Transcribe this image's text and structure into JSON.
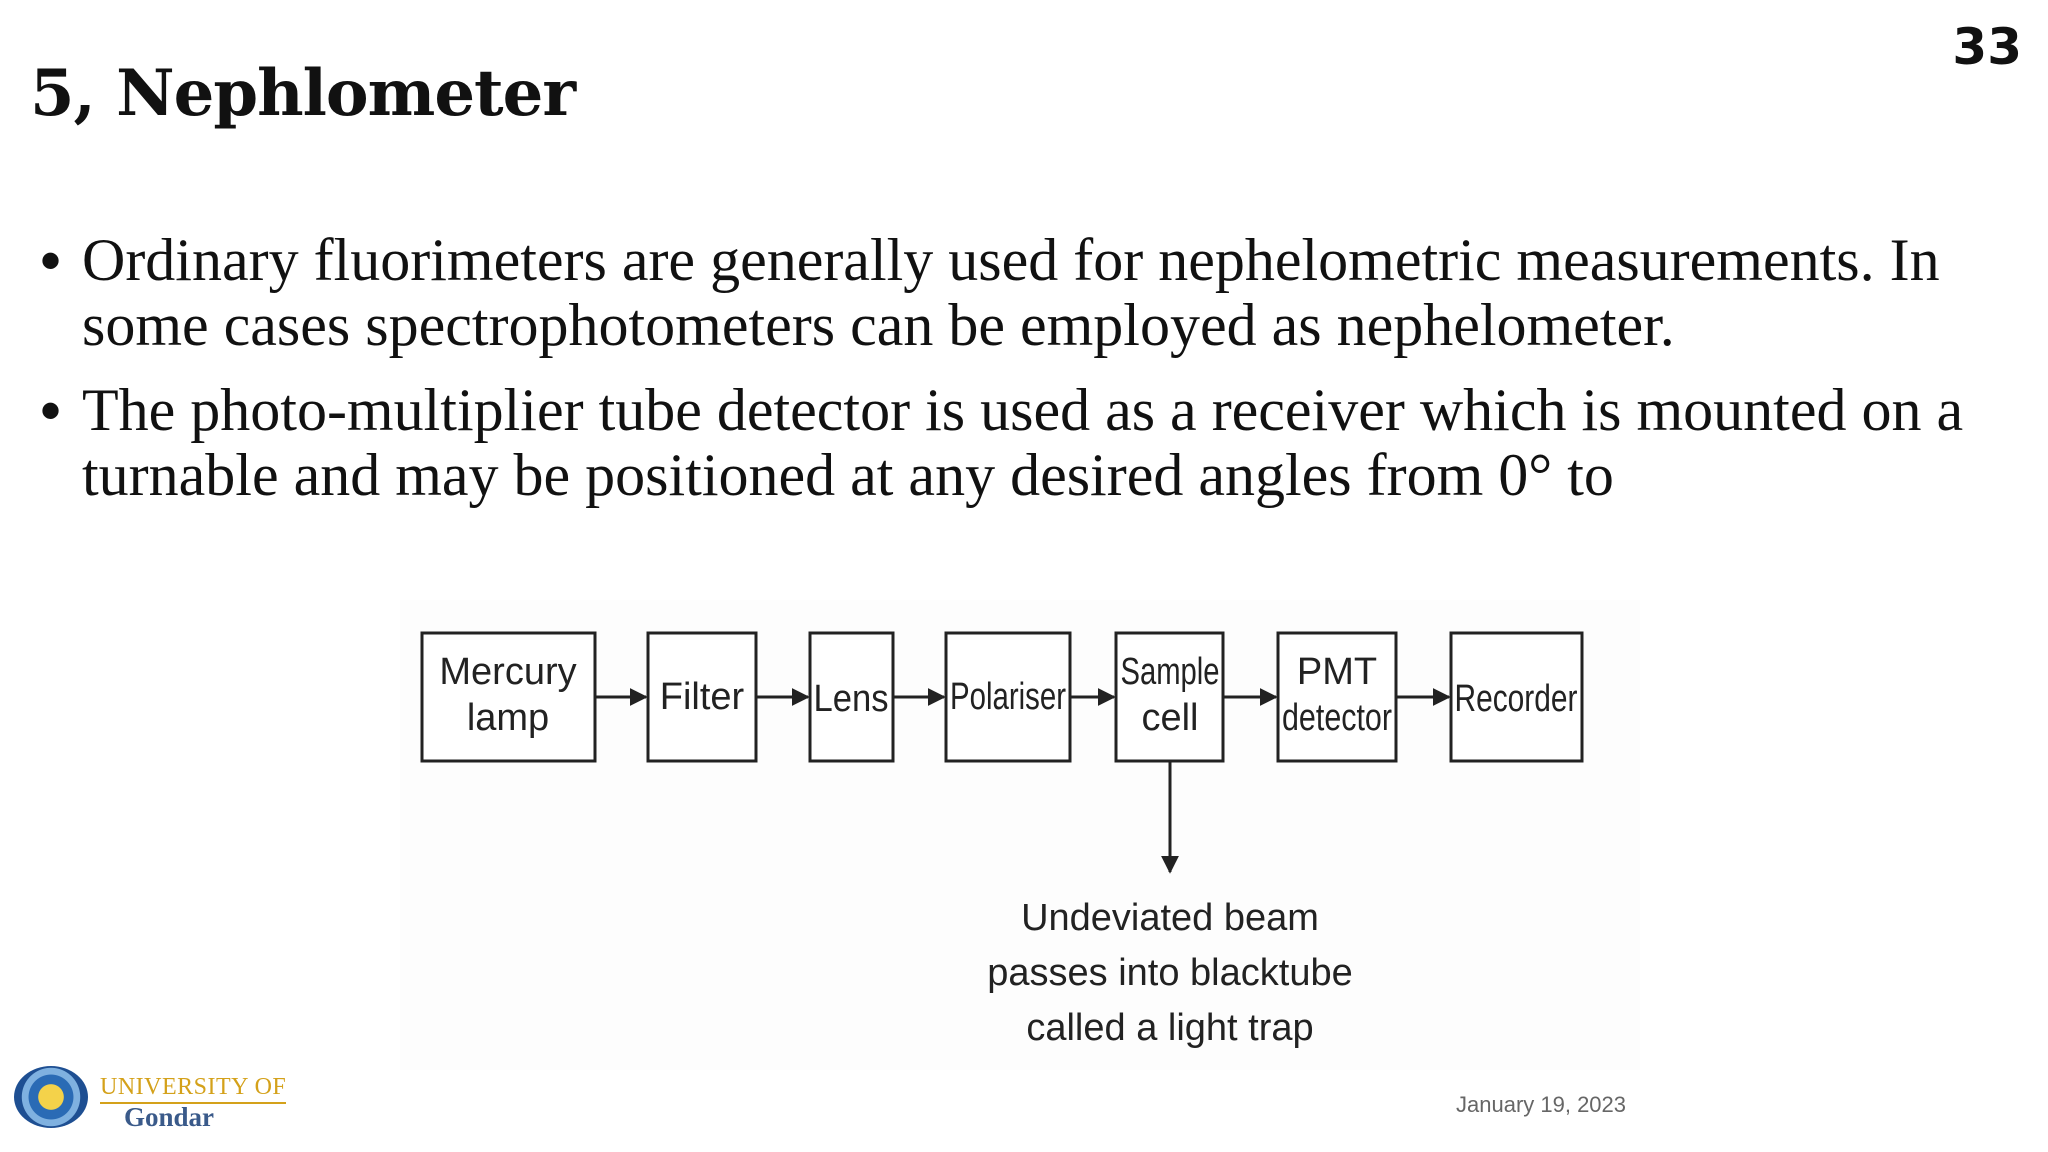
{
  "slide": {
    "page_number": "33",
    "title": "5, Nephlometer",
    "bullets": [
      "Ordinary fluorimeters are generally used for nephelometric measurements. In some cases spectrophotometers can be employed as nephelometer.",
      "The photo-multiplier tube detector is used as a receiver which is mounted on a turnable and may be positioned at any desired angles from 0° to"
    ],
    "bullet_symbol": "•",
    "date": "January 19, 2023"
  },
  "diagram": {
    "boxes": [
      {
        "id": "mercury-lamp",
        "lines": [
          "Mercury",
          "lamp"
        ]
      },
      {
        "id": "filter",
        "lines": [
          "Filter"
        ]
      },
      {
        "id": "lens",
        "lines": [
          "Lens"
        ]
      },
      {
        "id": "polariser",
        "lines": [
          "Polariser"
        ]
      },
      {
        "id": "sample-cell",
        "lines": [
          "Sample",
          "cell"
        ]
      },
      {
        "id": "pmt-detector",
        "lines": [
          "PMT",
          "detector"
        ]
      },
      {
        "id": "recorder",
        "lines": [
          "Recorder"
        ]
      }
    ],
    "note_lines": [
      "Undeviated beam",
      "passes into blacktube",
      "called a light trap"
    ]
  },
  "logo": {
    "line1": "UNIVERSITY OF",
    "line2": "Gondar"
  }
}
